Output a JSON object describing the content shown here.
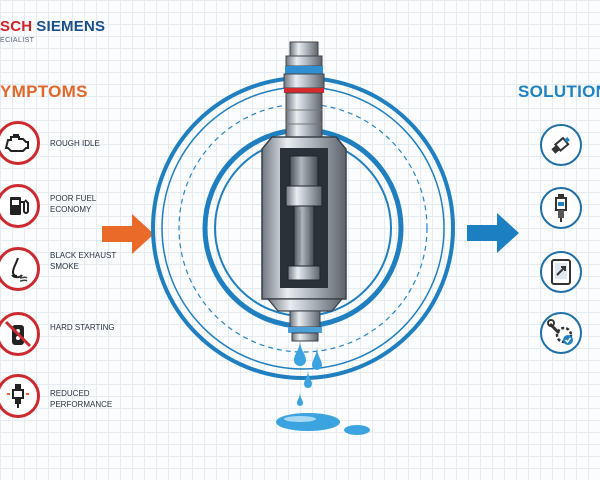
{
  "brand": {
    "name1": "SCH",
    "name2": "SIEMENS",
    "sub": "ECIALIST"
  },
  "symptoms": {
    "title": "YMPTOMS",
    "items": [
      {
        "label": "ROUGH IDLE",
        "icon": "engine-warning-icon"
      },
      {
        "label": "POOR FUEL ECONOMY",
        "icon": "fuel-pump-icon"
      },
      {
        "label": "BLACK EXHAUST SMOKE",
        "icon": "exhaust-smoke-icon"
      },
      {
        "label": "HARD STARTING",
        "icon": "car-key-icon"
      },
      {
        "label": "REDUCED PERFORMANCE",
        "icon": "spark-plug-icon"
      }
    ]
  },
  "solutions": {
    "title": "SOLUTION",
    "items": [
      {
        "icon": "injector-cleaning-icon"
      },
      {
        "icon": "injector-replacement-icon"
      },
      {
        "icon": "diagnostic-tablet-icon"
      },
      {
        "icon": "wrench-gear-check-icon"
      }
    ]
  },
  "colors": {
    "symptom_accent": "#e4662b",
    "solution_accent": "#1f82c4",
    "warning_red": "#cc2a2f",
    "fluid_blue": "#3aa3e0"
  }
}
